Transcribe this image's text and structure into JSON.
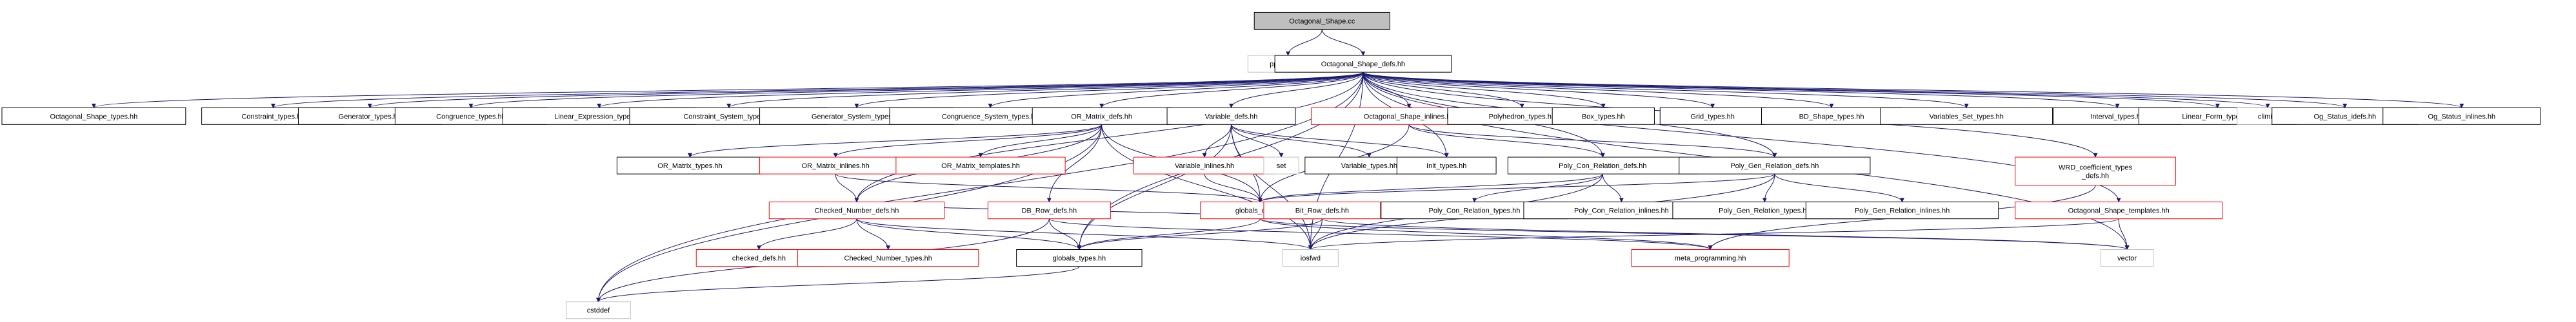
{
  "diagram": {
    "nodes": [
      {
        "id": "octagonal_shape_cc",
        "label": "Octagonal_Shape.cc",
        "style": "root"
      },
      {
        "id": "ppl_config_h",
        "label": "ppl-config.h",
        "style": "plain"
      },
      {
        "id": "octagonal_shape_defs_hh",
        "label": "Octagonal_Shape_defs.hh",
        "style": "normal"
      },
      {
        "id": "octagonal_shape_types_hh",
        "label": "Octagonal_Shape_types.hh",
        "style": "normal"
      },
      {
        "id": "constraint_types_hh",
        "label": "Constraint_types.hh",
        "style": "normal"
      },
      {
        "id": "generator_types_hh",
        "label": "Generator_types.hh",
        "style": "normal"
      },
      {
        "id": "congruence_types_hh",
        "label": "Congruence_types.hh",
        "style": "normal"
      },
      {
        "id": "linear_expression_types_hh",
        "label": "Linear_Expression_types.hh",
        "style": "normal"
      },
      {
        "id": "constraint_system_types_hh",
        "label": "Constraint_System_types.hh",
        "style": "normal"
      },
      {
        "id": "generator_system_types_hh",
        "label": "Generator_System_types.hh",
        "style": "normal"
      },
      {
        "id": "congruence_system_types_hh",
        "label": "Congruence_System_types.hh",
        "style": "normal"
      },
      {
        "id": "or_matrix_defs_hh",
        "label": "OR_Matrix_defs.hh",
        "style": "normal"
      },
      {
        "id": "variable_defs_hh",
        "label": "Variable_defs.hh",
        "style": "normal"
      },
      {
        "id": "octagonal_shape_inlines_hh",
        "label": "Octagonal_Shape_inlines.hh",
        "style": "red"
      },
      {
        "id": "polyhedron_types_hh",
        "label": "Polyhedron_types.hh",
        "style": "normal"
      },
      {
        "id": "box_types_hh",
        "label": "Box_types.hh",
        "style": "normal"
      },
      {
        "id": "grid_types_hh",
        "label": "Grid_types.hh",
        "style": "normal"
      },
      {
        "id": "bd_shape_types_hh",
        "label": "BD_Shape_types.hh",
        "style": "normal"
      },
      {
        "id": "variables_set_types_hh",
        "label": "Variables_Set_types.hh",
        "style": "normal"
      },
      {
        "id": "interval_types_hh",
        "label": "Interval_types.hh",
        "style": "normal"
      },
      {
        "id": "linear_form_types_hh",
        "label": "Linear_Form_types.hh",
        "style": "normal"
      },
      {
        "id": "climits",
        "label": "climits",
        "style": "plain"
      },
      {
        "id": "og_status_idefs_hh",
        "label": "Og_Status_idefs.hh",
        "style": "normal"
      },
      {
        "id": "og_status_inlines_hh",
        "label": "Og_Status_inlines.hh",
        "style": "normal"
      },
      {
        "id": "or_matrix_types_hh",
        "label": "OR_Matrix_types.hh",
        "style": "normal"
      },
      {
        "id": "or_matrix_inlines_hh",
        "label": "OR_Matrix_inlines.hh",
        "style": "red"
      },
      {
        "id": "or_matrix_templates_hh",
        "label": "OR_Matrix_templates.hh",
        "style": "red"
      },
      {
        "id": "variable_inlines_hh",
        "label": "Variable_inlines.hh",
        "style": "red"
      },
      {
        "id": "set",
        "label": "set",
        "style": "plain"
      },
      {
        "id": "variable_types_hh",
        "label": "Variable_types.hh",
        "style": "normal"
      },
      {
        "id": "int_types_hh",
        "label": "Init_types.hh",
        "style": "normal"
      },
      {
        "id": "poly_con_relation_defs_hh",
        "label": "Poly_Con_Relation_defs.hh",
        "style": "normal"
      },
      {
        "id": "poly_gen_relation_defs_hh",
        "label": "Poly_Gen_Relation_defs.hh",
        "style": "normal"
      },
      {
        "id": "wrd_coefficient_types_defs_hh",
        "label": "WRD_coefficient_types\n_defs.hh",
        "style": "red"
      },
      {
        "id": "globals_defs_hh",
        "label": "globals_defs.hh",
        "style": "red"
      },
      {
        "id": "checked_number_defs_hh",
        "label": "Checked_Number_defs.hh",
        "style": "red"
      },
      {
        "id": "db_row_defs_hh",
        "label": "DB_Row_defs.hh",
        "style": "red"
      },
      {
        "id": "bit_row_defs_hh",
        "label": "Bit_Row_defs.hh",
        "style": "red"
      },
      {
        "id": "poly_con_relation_types_hh",
        "label": "Poly_Con_Relation_types.hh",
        "style": "normal"
      },
      {
        "id": "poly_con_relation_inlines_hh",
        "label": "Poly_Con_Relation_inlines.hh",
        "style": "normal"
      },
      {
        "id": "poly_gen_relation_types_hh",
        "label": "Poly_Gen_Relation_types.hh",
        "style": "normal"
      },
      {
        "id": "poly_gen_relation_inlines_hh",
        "label": "Poly_Gen_Relation_inlines.hh",
        "style": "normal"
      },
      {
        "id": "octagonal_shape_templates_hh",
        "label": "Octagonal_Shape_templates.hh",
        "style": "red"
      },
      {
        "id": "checked_defs_hh",
        "label": "checked_defs.hh",
        "style": "red"
      },
      {
        "id": "checked_number_types_hh",
        "label": "Checked_Number_types.hh",
        "style": "red"
      },
      {
        "id": "globals_types_hh",
        "label": "globals_types.hh",
        "style": "normal"
      },
      {
        "id": "iosfwd",
        "label": "iosfwd",
        "style": "plain"
      },
      {
        "id": "meta_programming_hh",
        "label": "meta_programming.hh",
        "style": "red"
      },
      {
        "id": "vector",
        "label": "vector",
        "style": "plain"
      },
      {
        "id": "cstddef",
        "label": "cstddef",
        "style": "plain"
      }
    ],
    "edges": [
      [
        "octagonal_shape_cc",
        "ppl_config_h"
      ],
      [
        "octagonal_shape_cc",
        "octagonal_shape_defs_hh"
      ],
      [
        "octagonal_shape_defs_hh",
        "octagonal_shape_types_hh"
      ],
      [
        "octagonal_shape_defs_hh",
        "constraint_types_hh"
      ],
      [
        "octagonal_shape_defs_hh",
        "generator_types_hh"
      ],
      [
        "octagonal_shape_defs_hh",
        "congruence_types_hh"
      ],
      [
        "octagonal_shape_defs_hh",
        "linear_expression_types_hh"
      ],
      [
        "octagonal_shape_defs_hh",
        "constraint_system_types_hh"
      ],
      [
        "octagonal_shape_defs_hh",
        "generator_system_types_hh"
      ],
      [
        "octagonal_shape_defs_hh",
        "congruence_system_types_hh"
      ],
      [
        "octagonal_shape_defs_hh",
        "or_matrix_defs_hh"
      ],
      [
        "octagonal_shape_defs_hh",
        "variable_defs_hh"
      ],
      [
        "octagonal_shape_defs_hh",
        "octagonal_shape_inlines_hh"
      ],
      [
        "octagonal_shape_defs_hh",
        "polyhedron_types_hh"
      ],
      [
        "octagonal_shape_defs_hh",
        "box_types_hh"
      ],
      [
        "octagonal_shape_defs_hh",
        "grid_types_hh"
      ],
      [
        "octagonal_shape_defs_hh",
        "bd_shape_types_hh"
      ],
      [
        "octagonal_shape_defs_hh",
        "variables_set_types_hh"
      ],
      [
        "octagonal_shape_defs_hh",
        "interval_types_hh"
      ],
      [
        "octagonal_shape_defs_hh",
        "linear_form_types_hh"
      ],
      [
        "octagonal_shape_defs_hh",
        "climits"
      ],
      [
        "octagonal_shape_defs_hh",
        "og_status_idefs_hh"
      ],
      [
        "octagonal_shape_defs_hh",
        "og_status_inlines_hh"
      ],
      [
        "octagonal_shape_defs_hh",
        "wrd_coefficient_types_defs_hh"
      ],
      [
        "octagonal_shape_defs_hh",
        "poly_con_relation_defs_hh"
      ],
      [
        "octagonal_shape_defs_hh",
        "poly_gen_relation_defs_hh"
      ],
      [
        "octagonal_shape_defs_hh",
        "checked_number_defs_hh"
      ],
      [
        "octagonal_shape_defs_hh",
        "globals_types_hh"
      ],
      [
        "octagonal_shape_defs_hh",
        "octagonal_shape_templates_hh"
      ],
      [
        "octagonal_shape_defs_hh",
        "iosfwd"
      ],
      [
        "octagonal_shape_defs_hh",
        "vector"
      ],
      [
        "octagonal_shape_defs_hh",
        "cstddef"
      ],
      [
        "octagonal_shape_defs_hh",
        "int_types_hh"
      ],
      [
        "or_matrix_defs_hh",
        "or_matrix_types_hh"
      ],
      [
        "or_matrix_defs_hh",
        "or_matrix_inlines_hh"
      ],
      [
        "or_matrix_defs_hh",
        "or_matrix_templates_hh"
      ],
      [
        "or_matrix_defs_hh",
        "globals_defs_hh"
      ],
      [
        "or_matrix_defs_hh",
        "checked_number_defs_hh"
      ],
      [
        "or_matrix_defs_hh",
        "db_row_defs_hh"
      ],
      [
        "or_matrix_defs_hh",
        "iosfwd"
      ],
      [
        "or_matrix_defs_hh",
        "cstddef"
      ],
      [
        "or_matrix_inlines_hh",
        "globals_defs_hh"
      ],
      [
        "or_matrix_inlines_hh",
        "checked_number_defs_hh"
      ],
      [
        "variable_defs_hh",
        "variable_inlines_hh"
      ],
      [
        "variable_defs_hh",
        "set"
      ],
      [
        "variable_defs_hh",
        "variable_types_hh"
      ],
      [
        "variable_defs_hh",
        "globals_defs_hh"
      ],
      [
        "variable_defs_hh",
        "globals_types_hh"
      ],
      [
        "variable_defs_hh",
        "iosfwd"
      ],
      [
        "variable_defs_hh",
        "int_types_hh"
      ],
      [
        "variable_inlines_hh",
        "globals_defs_hh"
      ],
      [
        "octagonal_shape_inlines_hh",
        "poly_con_relation_defs_hh"
      ],
      [
        "octagonal_shape_inlines_hh",
        "poly_gen_relation_defs_hh"
      ],
      [
        "octagonal_shape_inlines_hh",
        "globals_defs_hh"
      ],
      [
        "poly_con_relation_defs_hh",
        "poly_con_relation_types_hh"
      ],
      [
        "poly_con_relation_defs_hh",
        "poly_con_relation_inlines_hh"
      ],
      [
        "poly_con_relation_defs_hh",
        "globals_defs_hh"
      ],
      [
        "poly_con_relation_defs_hh",
        "iosfwd"
      ],
      [
        "poly_gen_relation_defs_hh",
        "poly_gen_relation_types_hh"
      ],
      [
        "poly_gen_relation_defs_hh",
        "poly_gen_relation_inlines_hh"
      ],
      [
        "poly_gen_relation_defs_hh",
        "globals_defs_hh"
      ],
      [
        "poly_gen_relation_defs_hh",
        "iosfwd"
      ],
      [
        "wrd_coefficient_types_defs_hh",
        "meta_programming_hh"
      ],
      [
        "globals_defs_hh",
        "globals_types_hh"
      ],
      [
        "globals_defs_hh",
        "meta_programming_hh"
      ],
      [
        "globals_defs_hh",
        "checked_number_defs_hh"
      ],
      [
        "globals_defs_hh",
        "vector"
      ],
      [
        "checked_number_defs_hh",
        "checked_defs_hh"
      ],
      [
        "checked_number_defs_hh",
        "checked_number_types_hh"
      ],
      [
        "checked_number_defs_hh",
        "globals_types_hh"
      ],
      [
        "checked_number_defs_hh",
        "iosfwd"
      ],
      [
        "db_row_defs_hh",
        "globals_types_hh"
      ],
      [
        "db_row_defs_hh",
        "meta_programming_hh"
      ],
      [
        "db_row_defs_hh",
        "cstddef"
      ],
      [
        "bit_row_defs_hh",
        "globals_types_hh"
      ],
      [
        "bit_row_defs_hh",
        "iosfwd"
      ],
      [
        "bit_row_defs_hh",
        "vector"
      ],
      [
        "octagonal_shape_templates_hh",
        "iosfwd"
      ],
      [
        "octagonal_shape_templates_hh",
        "vector"
      ],
      [
        "globals_types_hh",
        "cstddef"
      ]
    ],
    "colors": {
      "root_fill": "#bfbfbf",
      "node_stroke": "#000000",
      "red_stroke": "#ff0000",
      "plain_stroke": "#bfbfbf",
      "edge": "#191970"
    }
  }
}
